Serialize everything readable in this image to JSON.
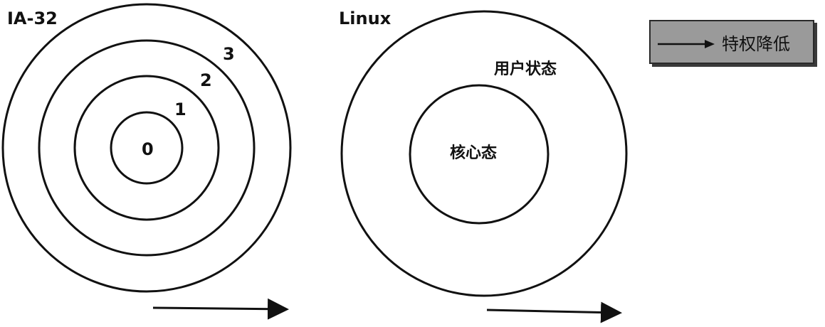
{
  "ia32": {
    "title": "IA-32",
    "rings": [
      "0",
      "1",
      "2",
      "3"
    ]
  },
  "linux": {
    "title": "Linux",
    "outer_label": "用户状态",
    "inner_label": "核心态"
  },
  "legend": {
    "text": "特权降低"
  }
}
